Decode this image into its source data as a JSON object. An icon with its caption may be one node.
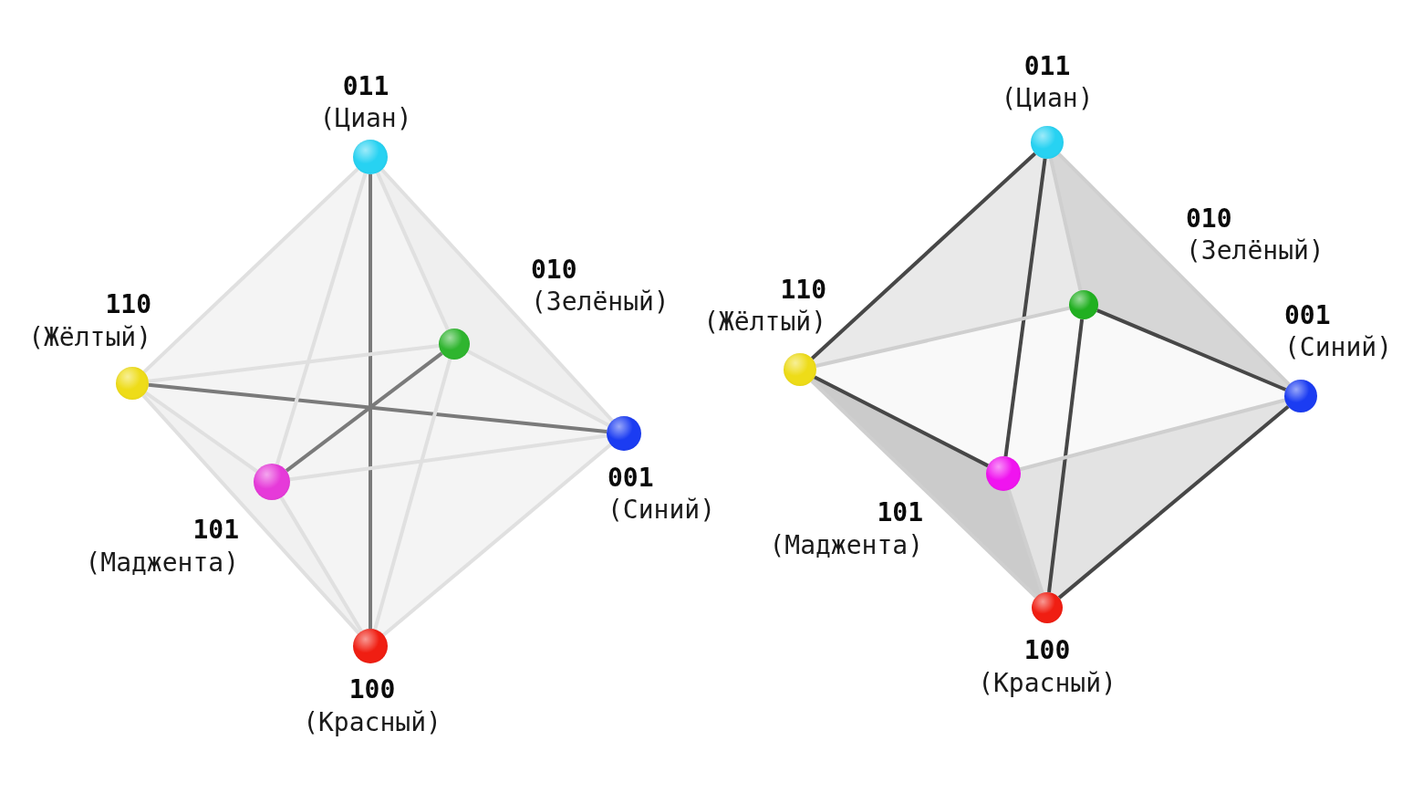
{
  "diagram": {
    "nodes": [
      {
        "text": [],
        "shape": "circle",
        "beside": [
          "011",
          "(Циан)"
        ]
      },
      {
        "text": [],
        "shape": "circle",
        "beside": [
          "010",
          "(Зелёный)"
        ]
      },
      {
        "text": [],
        "shape": "circle",
        "beside": [
          "110",
          "(Жёлтый)"
        ]
      },
      {
        "text": [],
        "shape": "circle",
        "beside": [
          "001",
          "(Синий)"
        ]
      },
      {
        "text": [],
        "shape": "circle",
        "beside": [
          "101",
          "(Маджента)"
        ]
      },
      {
        "text": [],
        "shape": "circle",
        "beside": [
          "100",
          "(Красный)"
        ]
      },
      {
        "text": [],
        "shape": "circle",
        "beside": [
          "011",
          "(Циан)"
        ]
      },
      {
        "text": [],
        "shape": "circle",
        "beside": [
          "010",
          "(Зелёный)"
        ]
      },
      {
        "text": [],
        "shape": "circle",
        "beside": [
          "110",
          "(Жёлтый)"
        ]
      },
      {
        "text": [],
        "shape": "circle",
        "beside": [
          "001",
          "(Синий)"
        ]
      },
      {
        "text": [],
        "shape": "circle",
        "beside": [
          "101",
          "(Маджента)"
        ]
      },
      {
        "text": [],
        "shape": "circle",
        "beside": [
          "100",
          "(Красный)"
        ]
      }
    ],
    "edges": [
      {
        "from": 0,
        "to": 5,
        "arrow": "none",
        "color": "#7a7a7a"
      },
      {
        "from": 2,
        "to": 3,
        "arrow": "none",
        "color": "#7a7a7a"
      },
      {
        "from": 1,
        "to": 4,
        "arrow": "none",
        "color": "#7a7a7a"
      },
      {
        "from": 0,
        "to": 2,
        "arrow": "none",
        "color": "#e0e0e0"
      },
      {
        "from": 0,
        "to": 1,
        "arrow": "none",
        "color": "#e0e0e0"
      },
      {
        "from": 0,
        "to": 3,
        "arrow": "none",
        "color": "#e0e0e0"
      },
      {
        "from": 0,
        "to": 4,
        "arrow": "none",
        "color": "#e0e0e0"
      },
      {
        "from": 2,
        "to": 1,
        "arrow": "none",
        "color": "#e0e0e0"
      },
      {
        "from": 1,
        "to": 3,
        "arrow": "none",
        "color": "#e0e0e0"
      },
      {
        "from": 3,
        "to": 4,
        "arrow": "none",
        "color": "#e0e0e0"
      },
      {
        "from": 4,
        "to": 2,
        "arrow": "none",
        "color": "#e0e0e0"
      },
      {
        "from": 2,
        "to": 5,
        "arrow": "none",
        "color": "#e0e0e0"
      },
      {
        "from": 1,
        "to": 5,
        "arrow": "none",
        "color": "#e0e0e0"
      },
      {
        "from": 3,
        "to": 5,
        "arrow": "none",
        "color": "#e0e0e0"
      },
      {
        "from": 4,
        "to": 5,
        "arrow": "none",
        "color": "#e0e0e0"
      },
      {
        "from": 6,
        "to": 8,
        "arrow": "none",
        "color": "#474747"
      },
      {
        "from": 6,
        "to": 10,
        "arrow": "none",
        "color": "#474747"
      },
      {
        "from": 7,
        "to": 11,
        "arrow": "none",
        "color": "#474747"
      },
      {
        "from": 8,
        "to": 10,
        "arrow": "none",
        "color": "#474747"
      },
      {
        "from": 7,
        "to": 9,
        "arrow": "none",
        "color": "#474747"
      },
      {
        "from": 9,
        "to": 11,
        "arrow": "none",
        "color": "#474747"
      },
      {
        "from": 6,
        "to": 7,
        "arrow": "none",
        "color": "#cfcfcf"
      },
      {
        "from": 6,
        "to": 9,
        "arrow": "none",
        "color": "#cfcfcf"
      },
      {
        "from": 8,
        "to": 7,
        "arrow": "none",
        "color": "#cfcfcf"
      },
      {
        "from": 9,
        "to": 10,
        "arrow": "none",
        "color": "#cfcfcf"
      },
      {
        "from": 8,
        "to": 11,
        "arrow": "none",
        "color": "#cfcfcf"
      },
      {
        "from": 10,
        "to": 11,
        "arrow": "none",
        "color": "#cfcfcf"
      }
    ]
  }
}
